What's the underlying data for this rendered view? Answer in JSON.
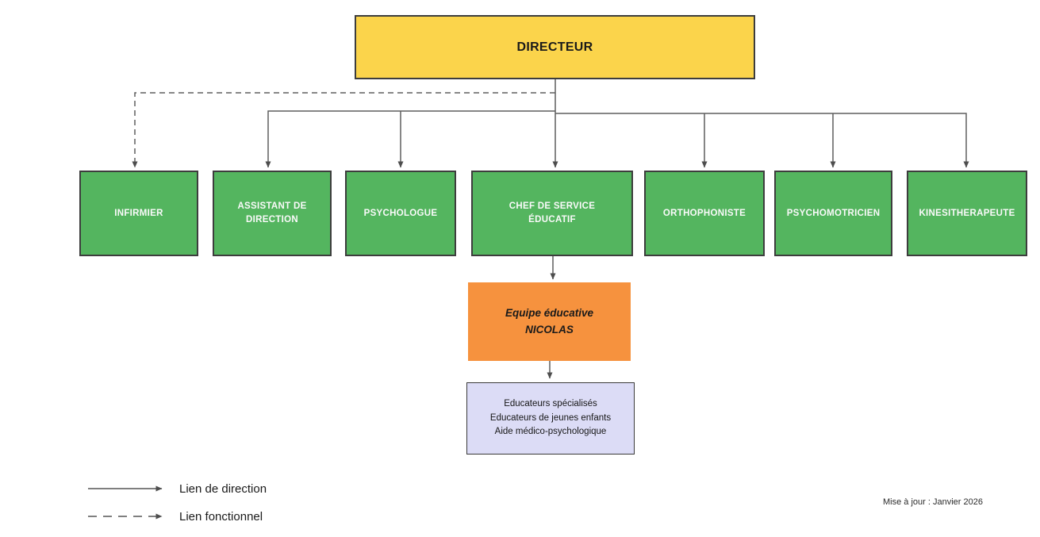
{
  "colors": {
    "yellow": "#FBD44B",
    "green": "#54B55F",
    "orange": "#F6923E",
    "lavender": "#DCDCF6",
    "node-border": "#3D3D3D",
    "line": "#5E5E5E",
    "text-dark": "#1A1A1A",
    "text-light": "#FAFAFA"
  },
  "root": {
    "label": "DIRECTEUR"
  },
  "departments": [
    {
      "label": "INFIRMIER"
    },
    {
      "label": "ASSISTANT DE DIRECTION"
    },
    {
      "label": "PSYCHOLOGUE"
    },
    {
      "label": "CHEF DE SERVICE ÉDUCATIF"
    },
    {
      "label": "ORTHOPHONISTE"
    },
    {
      "label": "PSYCHOMOTRICIEN"
    },
    {
      "label": "KINESITHERAPEUTE"
    }
  ],
  "team": {
    "line1": "Equipe éducative",
    "line2": "NICOLAS"
  },
  "staff": {
    "line1": "Educateurs spécialisés",
    "line2": "Educateurs de jeunes enfants",
    "line3": "Aide médico-psychologique"
  },
  "legend": {
    "direction": "Lien de direction",
    "functional": "Lien fonctionnel"
  },
  "footer": {
    "updated": "Mise à jour : Janvier 2026"
  }
}
